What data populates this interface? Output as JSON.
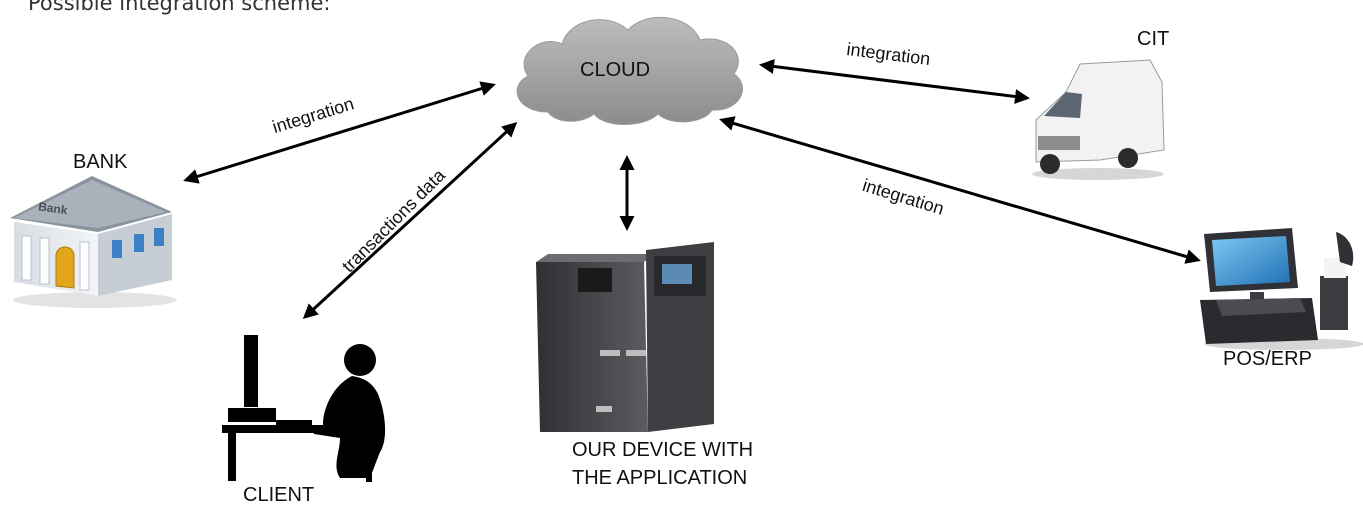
{
  "heading": "Possible integration scheme:",
  "nodes": {
    "cloud": "CLOUD",
    "bank": "BANK",
    "client": "CLIENT",
    "device_line1": "OUR DEVICE WITH",
    "device_line2": "THE APPLICATION",
    "cit": "CIT",
    "pos": "POS/ERP"
  },
  "edges": {
    "bank_cloud": "integration",
    "client_cloud": "transactions data",
    "cloud_cit": "integration",
    "cloud_pos": "integration"
  },
  "icons": [
    "cloud-icon",
    "bank-building-icon",
    "client-computer-icon",
    "device-machine-icon",
    "cit-van-icon",
    "pos-terminal-icon"
  ]
}
